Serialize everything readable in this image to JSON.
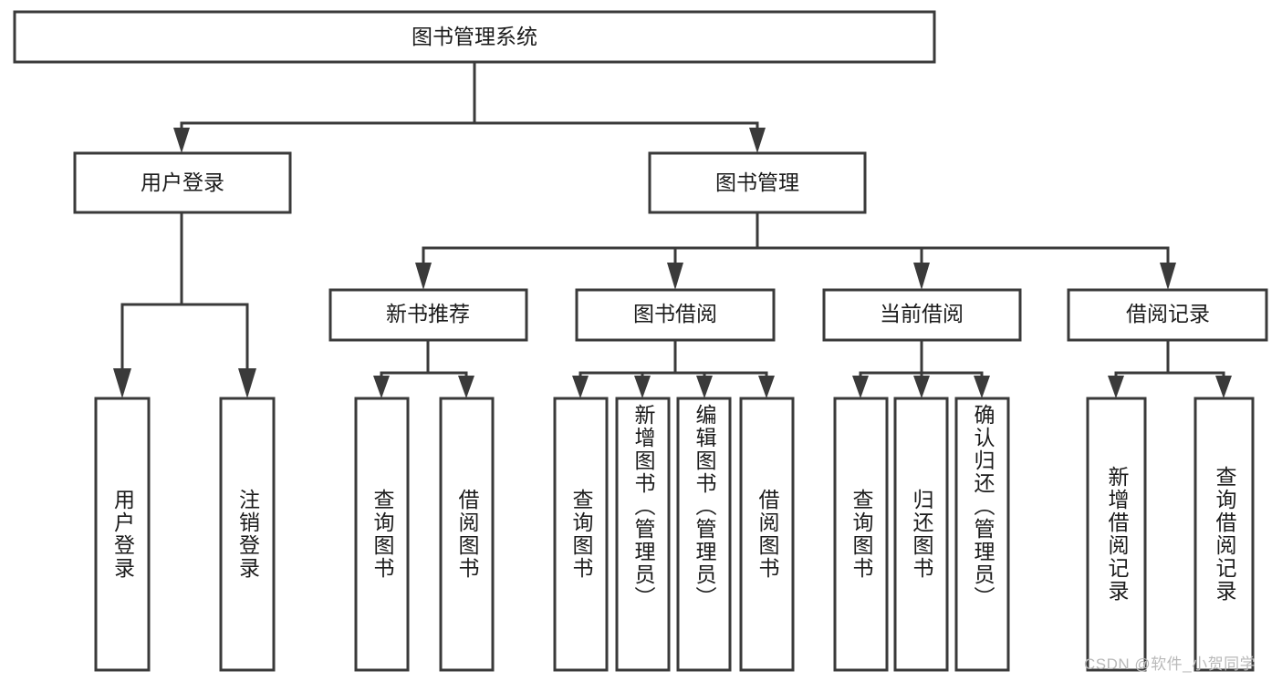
{
  "diagram": {
    "type": "tree-hierarchy",
    "title": "图书管理系统",
    "orientation": "top-down",
    "colors": {
      "box_stroke": "#3a3a3a",
      "box_fill": "#ffffff",
      "edge": "#3a3a3a",
      "text": "#1b1b1b",
      "watermark": "#b9b9b9",
      "background": "#ffffff"
    },
    "levels": {
      "root": {
        "label": "图书管理系统"
      },
      "level2": [
        {
          "id": "user-login",
          "label": "用户登录"
        },
        {
          "id": "book-manage",
          "label": "图书管理"
        }
      ],
      "level3": [
        {
          "id": "new-book-recommend",
          "label": "新书推荐",
          "parent": "book-manage"
        },
        {
          "id": "book-borrow",
          "label": "图书借阅",
          "parent": "book-manage"
        },
        {
          "id": "current-borrow",
          "label": "当前借阅",
          "parent": "book-manage"
        },
        {
          "id": "borrow-record",
          "label": "借阅记录",
          "parent": "book-manage"
        }
      ],
      "leaves": [
        {
          "id": "leaf-user-login",
          "label": "用户登录",
          "parent": "user-login"
        },
        {
          "id": "leaf-logout-login",
          "label": "注销登录",
          "parent": "user-login"
        },
        {
          "id": "leaf-query-book-1",
          "label": "查询图书",
          "parent": "new-book-recommend"
        },
        {
          "id": "leaf-borrow-book-1",
          "label": "借阅图书",
          "parent": "new-book-recommend"
        },
        {
          "id": "leaf-query-book-2",
          "label": "查询图书",
          "parent": "book-borrow"
        },
        {
          "id": "leaf-add-book",
          "label": "新增图书（管理员）",
          "parent": "book-borrow"
        },
        {
          "id": "leaf-edit-book",
          "label": "编辑图书（管理员）",
          "parent": "book-borrow"
        },
        {
          "id": "leaf-borrow-book-2",
          "label": "借阅图书",
          "parent": "book-borrow"
        },
        {
          "id": "leaf-query-book-3",
          "label": "查询图书",
          "parent": "current-borrow"
        },
        {
          "id": "leaf-return-book",
          "label": "归还图书",
          "parent": "current-borrow"
        },
        {
          "id": "leaf-confirm-return",
          "label": "确认归还（管理员）",
          "parent": "current-borrow"
        },
        {
          "id": "leaf-add-record",
          "label": "新增借阅记录",
          "parent": "borrow-record"
        },
        {
          "id": "leaf-query-record",
          "label": "查询借阅记录",
          "parent": "borrow-record"
        }
      ]
    },
    "watermark": "CSDN @软件_小贺同学"
  }
}
